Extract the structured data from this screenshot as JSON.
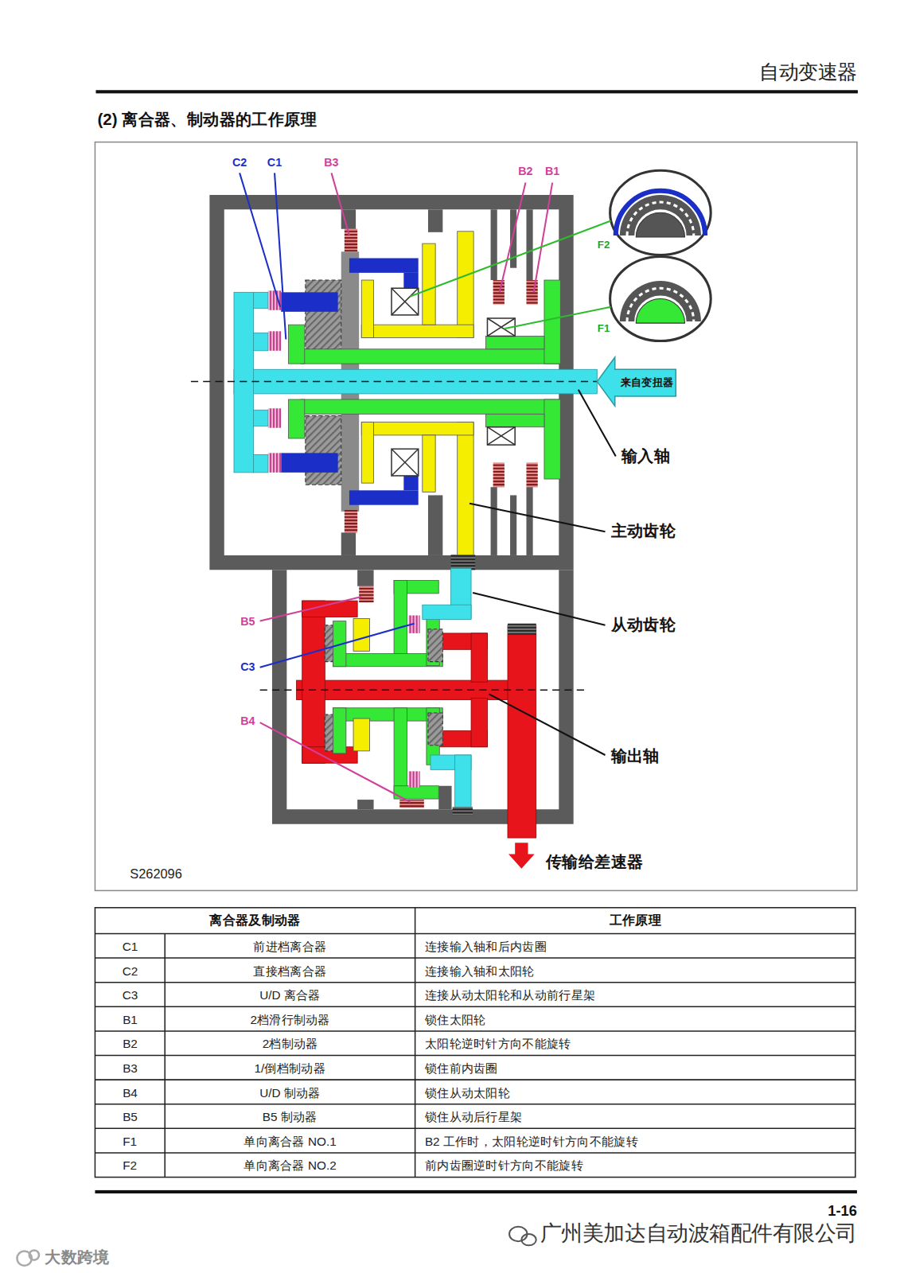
{
  "diagram": {
    "title": "(2) 离合器、制动器的工作原理",
    "nodes": [
      {
        "text": [
          "来自变扭器"
        ]
      }
    ],
    "labels": [
      "自动变速器",
      "C2",
      "C1",
      "B3",
      "B2",
      "B1",
      "F2",
      "F1",
      "输入轴",
      "主动齿轮",
      "B5",
      "从动齿轮",
      "C3",
      "B4",
      "输出轴",
      "传输给差速器",
      "S262096",
      "离合器及制动器",
      "工作原理",
      "C1",
      "前进档离合器",
      "连接输入轴和后内齿圈",
      "C2",
      "直接档离合器",
      "连接输入轴和太阳轮",
      "C3",
      "U/D 离合器",
      "连接从动太阳轮和从动前行星架",
      "B1",
      "2档滑行制动器",
      "锁住太阳轮",
      "B2",
      "2档制动器",
      "太阳轮逆时针方向不能旋转",
      "B3",
      "1/倒档制动器",
      "锁住前内齿圈",
      "B4",
      "U/D 制动器",
      "锁住从动太阳轮",
      "B5",
      "B5 制动器",
      "锁住从动后行星架",
      "F1",
      "单向离合器 NO.1",
      "B2 工作时，太阳轮逆时针方向不能旋转",
      "F2",
      "单向离合器 NO.2",
      "前内齿圈逆时针方向不能旋转",
      "1-16",
      "广州美加达自动波箱配件有限公司",
      "大数跨境"
    ]
  }
}
